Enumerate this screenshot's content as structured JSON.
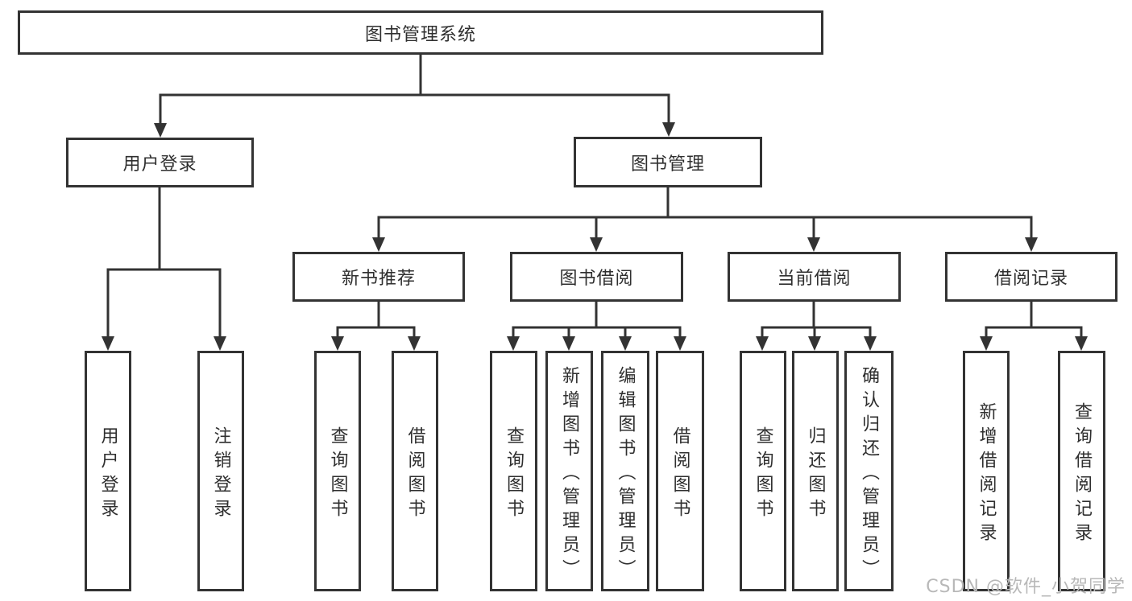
{
  "nodes": {
    "root": "图书管理系统",
    "user_login": "用户登录",
    "book_management": "图书管理",
    "new_book_recommend": "新书推荐",
    "book_borrow": "图书借阅",
    "current_borrow": "当前借阅",
    "borrow_record": "借阅记录",
    "leaf_user_login": "用户登录",
    "leaf_logout": "注销登录",
    "nbr_query_book": "查询图书",
    "nbr_borrow_book": "借阅图书",
    "bb_query_book": "查询图书",
    "bb_add_book": "新增图书（管理员）",
    "bb_edit_book": "编辑图书（管理员）",
    "bb_borrow_book": "借阅图书",
    "cb_query_book": "查询图书",
    "cb_return_book": "归还图书",
    "cb_confirm_return": "确认归还（管理员）",
    "br_add_record": "新增借阅记录",
    "br_query_record": "查询借阅记录"
  },
  "watermark": "CSDN @软件_小贺同学",
  "colors": {
    "line": "#333333",
    "text": "#2f2f2f",
    "watermark": "#b8b8b8",
    "background": "#ffffff"
  }
}
